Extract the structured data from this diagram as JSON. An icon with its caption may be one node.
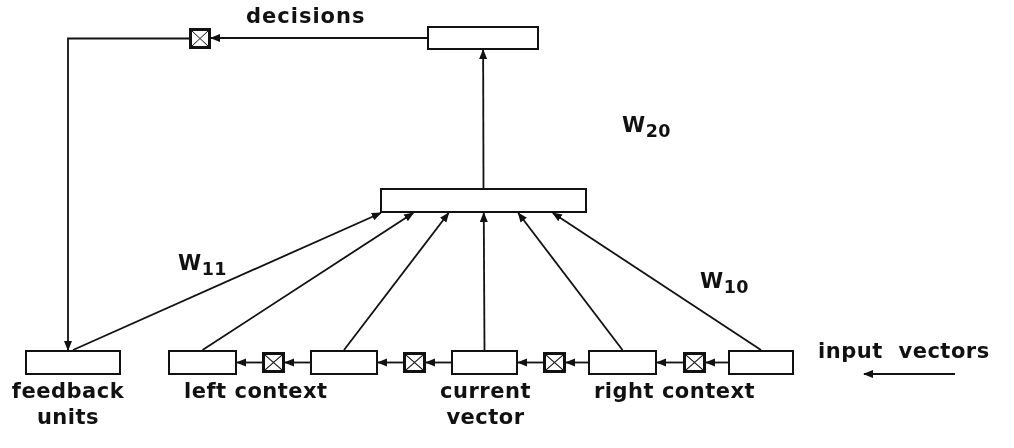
{
  "diagram": {
    "nodes": [
      {
        "text": [],
        "shape": "box"
      },
      {
        "text": [],
        "shape": "crossed-box"
      },
      {
        "text": [],
        "shape": "box"
      },
      {
        "text": [],
        "shape": "box",
        "beside": [
          "feedback units"
        ]
      },
      {
        "text": [],
        "shape": "box"
      },
      {
        "text": [],
        "shape": "crossed-box"
      },
      {
        "text": [],
        "shape": "box"
      },
      {
        "text": [],
        "shape": "crossed-box"
      },
      {
        "text": [],
        "shape": "box",
        "beside": [
          "current vector"
        ]
      },
      {
        "text": [],
        "shape": "crossed-box"
      },
      {
        "text": [],
        "shape": "box"
      },
      {
        "text": [],
        "shape": "crossed-box"
      },
      {
        "text": [],
        "shape": "box"
      }
    ],
    "edges": [
      {
        "from": 0,
        "to": 1,
        "arrow": "to",
        "label": "decisions"
      },
      {
        "from": 1,
        "to": 3,
        "arrow": "to"
      },
      {
        "from": 2,
        "to": 0,
        "arrow": "to"
      },
      {
        "from": 3,
        "to": 2,
        "arrow": "to"
      },
      {
        "from": 4,
        "to": 2,
        "arrow": "to"
      },
      {
        "from": 6,
        "to": 2,
        "arrow": "to"
      },
      {
        "from": 8,
        "to": 2,
        "arrow": "to"
      },
      {
        "from": 10,
        "to": 2,
        "arrow": "to"
      },
      {
        "from": 12,
        "to": 2,
        "arrow": "to"
      },
      {
        "from": 12,
        "to": 11,
        "arrow": "to"
      },
      {
        "from": 11,
        "to": 10,
        "arrow": "to"
      },
      {
        "from": 10,
        "to": 9,
        "arrow": "to"
      },
      {
        "from": 9,
        "to": 8,
        "arrow": "to"
      },
      {
        "from": 8,
        "to": 7,
        "arrow": "to"
      },
      {
        "from": 7,
        "to": 6,
        "arrow": "to"
      },
      {
        "from": 6,
        "to": 5,
        "arrow": "to"
      },
      {
        "from": 5,
        "to": 4,
        "arrow": "to"
      }
    ],
    "labels": [
      "W$_{20}$",
      "W$_{11}$",
      "W$_{10}$",
      "input vectors",
      "left context",
      "right context"
    ]
  }
}
